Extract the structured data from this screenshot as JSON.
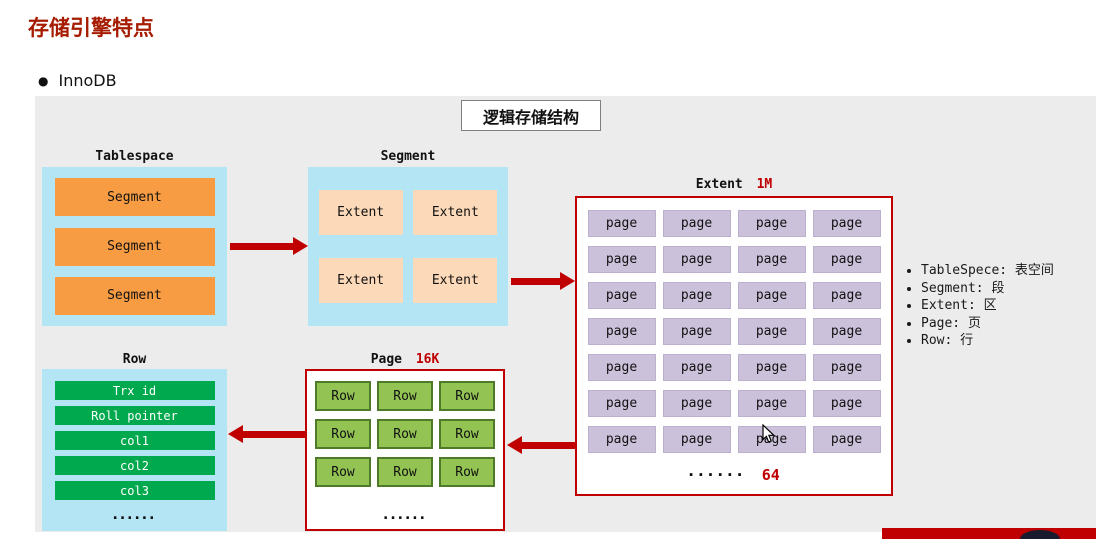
{
  "page": {
    "title": "存储引擎特点",
    "bullet": "●",
    "bullet_item": "InnoDB",
    "diagram_title": "逻辑存储结构"
  },
  "tablespace": {
    "label": "Tablespace",
    "segments": [
      "Segment",
      "Segment",
      "Segment"
    ]
  },
  "segment": {
    "label": "Segment",
    "extents": [
      "Extent",
      "Extent",
      "Extent",
      "Extent"
    ]
  },
  "extent": {
    "label": "Extent",
    "size": "1M",
    "pages": [
      "page",
      "page",
      "page",
      "page",
      "page",
      "page",
      "page",
      "page",
      "page",
      "page",
      "page",
      "page",
      "page",
      "page",
      "page",
      "page",
      "page",
      "page",
      "page",
      "page",
      "page",
      "page",
      "page",
      "page",
      "page",
      "page",
      "page",
      "page"
    ],
    "ellipsis": "······",
    "page_count": "64"
  },
  "page_box": {
    "label": "Page",
    "size": "16K",
    "rows": [
      "Row",
      "Row",
      "Row",
      "Row",
      "Row",
      "Row",
      "Row",
      "Row",
      "Row"
    ],
    "ellipsis": "......"
  },
  "row_box": {
    "label": "Row",
    "fields": [
      "Trx id",
      "Roll pointer",
      "col1",
      "col2",
      "col3"
    ],
    "ellipsis": "......"
  },
  "legend": {
    "items": [
      "TableSpece: 表空间",
      "Segment: 段",
      "Extent: 区",
      "Page: 页",
      "Row: 行"
    ]
  },
  "colors": {
    "accent_red": "#C00000",
    "title_red": "#A61C00",
    "panel_gray": "#ECECEC",
    "container_blue": "#B3E5F5",
    "segment_orange": "#F79C42",
    "extent_peach": "#FCD9B8",
    "page_purple": "#CCC1DA",
    "row_green": "#92C353",
    "field_green": "#00A84E"
  }
}
